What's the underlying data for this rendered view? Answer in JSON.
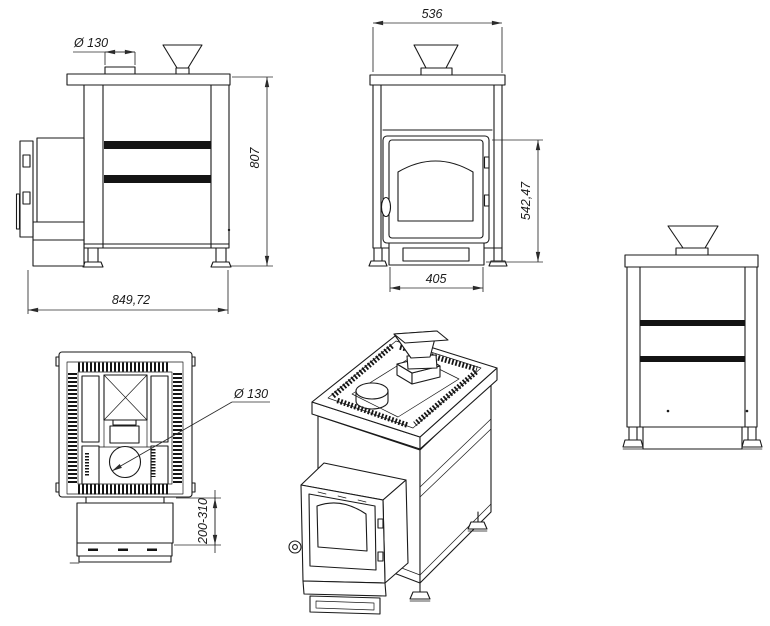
{
  "drawing": {
    "background": "#ffffff",
    "line_color": "#1a1a1a",
    "dim_color": "#2b2b2b",
    "labels": {
      "side_chimney_dia": "Ø 130",
      "side_height": "807",
      "side_length": "849,72",
      "front_width": "536",
      "front_firebox_height": "542,47",
      "front_door_width": "405",
      "plan_chimney_dia": "Ø 130",
      "plan_tunnel_length": "200-310"
    }
  }
}
